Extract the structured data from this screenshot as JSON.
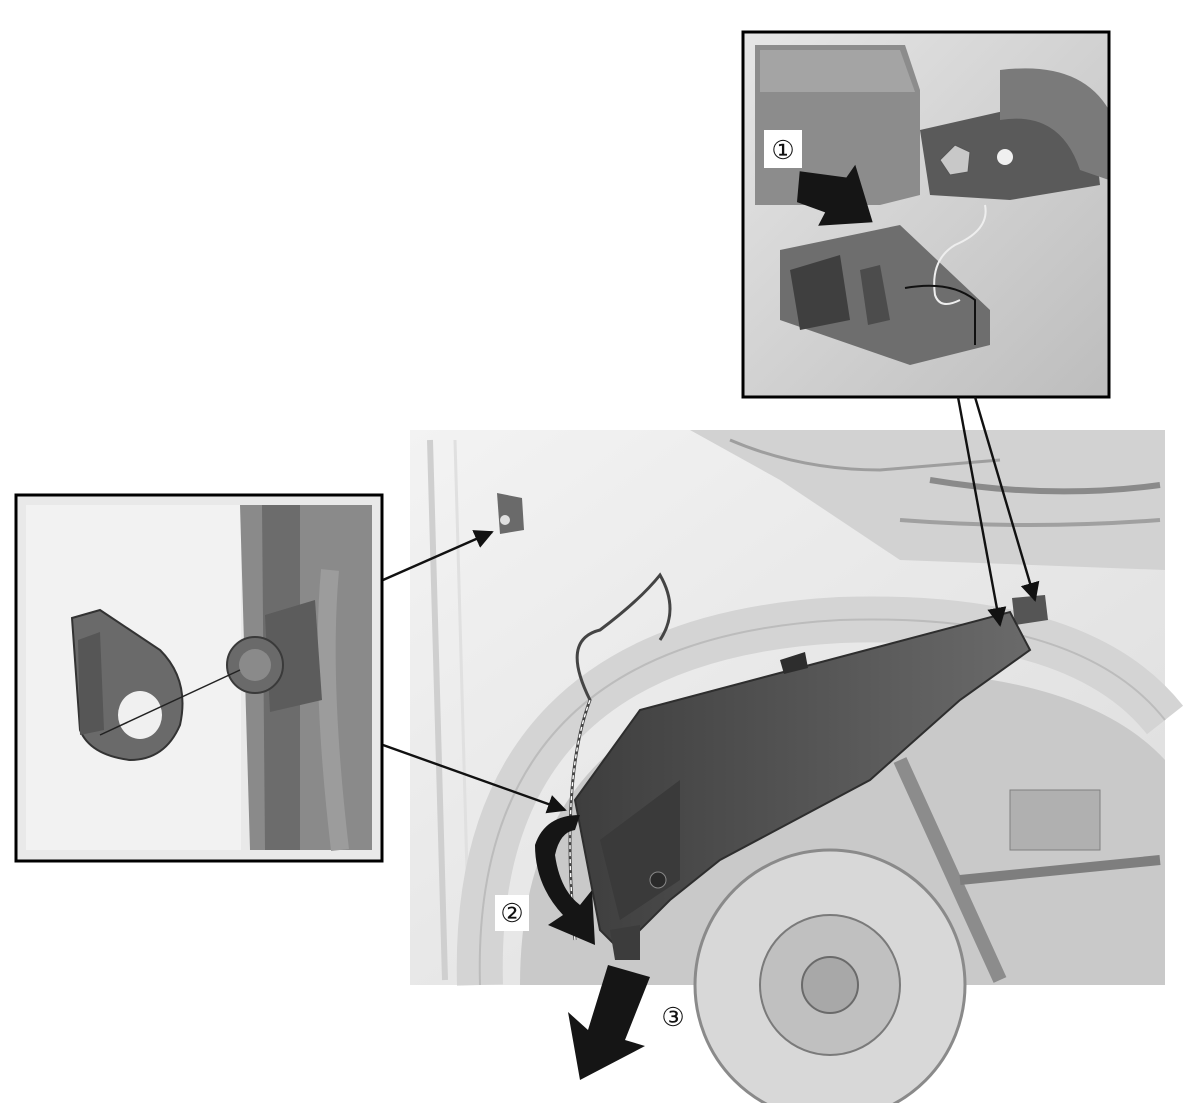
{
  "steps": {
    "step1": "①",
    "step2": "②",
    "step3": "③"
  },
  "colors": {
    "background": "#ffffff",
    "frame": "#000000",
    "body_light": "#ececec",
    "component_dark": "#4a4a4a",
    "arrow": "#111111"
  },
  "icons": {
    "step_arrow": "thick-down-arrow-icon",
    "leader": "leader-arrow-icon"
  }
}
